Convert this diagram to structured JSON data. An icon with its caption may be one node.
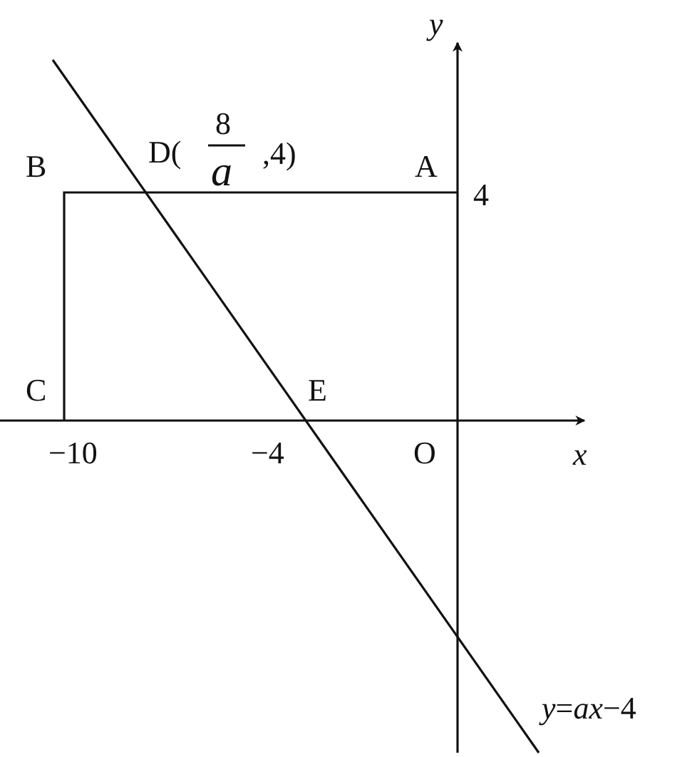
{
  "diagram": {
    "labels": [
      "y",
      "B",
      "D(",
      "8",
      "a",
      ",4)",
      "A",
      "4",
      "C",
      "E",
      "−10",
      "−4",
      "O",
      "x",
      "*y*=*ax*−4"
    ]
  }
}
